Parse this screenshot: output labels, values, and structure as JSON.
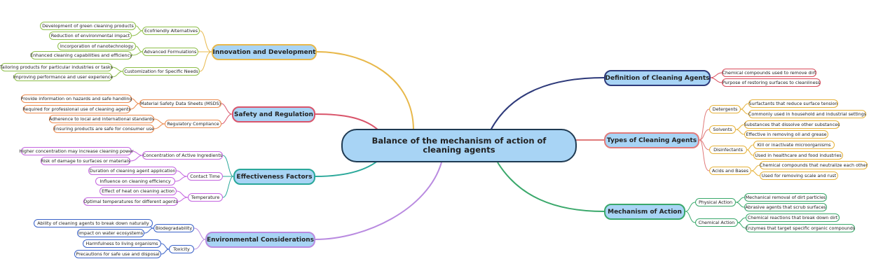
{
  "root": {
    "title": "Balance of the mechanism of action of cleaning agents"
  },
  "branches": {
    "definition": {
      "label": "Definition of Cleaning Agents",
      "color": "#2e3a7a",
      "leaves": [
        "Chemical compounds used to remove dirt",
        "Purpose of restoring surfaces to cleanliness"
      ]
    },
    "types": {
      "label": "Types of Cleaning Agents",
      "color": "#e07a7a",
      "groups": [
        {
          "label": "Detergents",
          "leaves": [
            "Surfactants that reduce surface tension",
            "Commonly used in household and industrial settings"
          ]
        },
        {
          "label": "Solvents",
          "leaves": [
            "Substances that dissolve other substances",
            "Effective in removing oil and grease"
          ]
        },
        {
          "label": "Disinfectants",
          "leaves": [
            "Kill or inactivate microorganisms",
            "Used in healthcare and food industries"
          ]
        },
        {
          "label": "Acids and Bases",
          "leaves": [
            "Chemical compounds that neutralize each other",
            "Used for removing scale and rust"
          ]
        }
      ]
    },
    "mechanism": {
      "label": "Mechanism of Action",
      "color": "#3aa86b",
      "groups": [
        {
          "label": "Physical Action",
          "leaves": [
            "Mechanical removal of dirt particles",
            "Abrasive agents that scrub surfaces"
          ]
        },
        {
          "label": "Chemical Action",
          "leaves": [
            "Chemical reactions that break down dirt",
            "Enzymes that target specific organic compounds"
          ]
        }
      ]
    },
    "innovation": {
      "label": "Innovation and Development",
      "color": "#e8b84a",
      "groups": [
        {
          "label": "Ecofriendly Alternatives",
          "leaves": [
            "Development of green cleaning products",
            "Reduction of environmental impact"
          ]
        },
        {
          "label": "Advanced Formulations",
          "leaves": [
            "Incorporation of nanotechnology",
            "Enhanced cleaning capabilities and efficiency"
          ]
        },
        {
          "label": "Customization for Specific Needs",
          "leaves": [
            "Tailoring products for particular industries or tasks",
            "Improving performance and user experience"
          ]
        }
      ]
    },
    "safety": {
      "label": "Safety and Regulation",
      "color": "#d9546a",
      "groups": [
        {
          "label": "Material Safety Data Sheets (MSDS)",
          "leaves": [
            "Provide information on hazards and safe handling",
            "Required for professional use of cleaning agents"
          ]
        },
        {
          "label": "Regulatory Compliance",
          "leaves": [
            "Adherence to local and international standards",
            "Ensuring products are safe for consumer use"
          ]
        }
      ]
    },
    "effectiveness": {
      "label": "Effectiveness Factors",
      "color": "#2aa89a",
      "groups": [
        {
          "label": "Concentration of Active Ingredients",
          "leaves": [
            "Higher concentration may increase cleaning power",
            "Risk of damage to surfaces or materials"
          ]
        },
        {
          "label": "Contact Time",
          "leaves": [
            "Duration of cleaning agent application",
            "Influence on cleaning efficiency"
          ]
        },
        {
          "label": "Temperature",
          "leaves": [
            "Effect of heat on cleaning action",
            "Optimal temperatures for different agents"
          ]
        }
      ]
    },
    "environment": {
      "label": "Environmental Considerations",
      "color": "#b98ae0",
      "groups": [
        {
          "label": "Biodegradability",
          "leaves": [
            "Ability of cleaning agents to break down naturally",
            "Impact on water ecosystems"
          ]
        },
        {
          "label": "Toxicity",
          "leaves": [
            "Harmfulness to living organisms",
            "Precautions for safe use and disposal"
          ]
        }
      ]
    }
  },
  "colors": {
    "node_fill": "#a8d4f5",
    "root_border": "#1f3a52",
    "innovation_leaf": "#8fbf4a",
    "safety_leaf": "#ec8a4e",
    "effectiveness_leaf": "#c464e0",
    "environment_leaf": "#3a62c8",
    "types_leaf": "#e6b23a",
    "mechanism_leaf": "#3aa86b",
    "definition_leaf": "#d94a5a"
  }
}
